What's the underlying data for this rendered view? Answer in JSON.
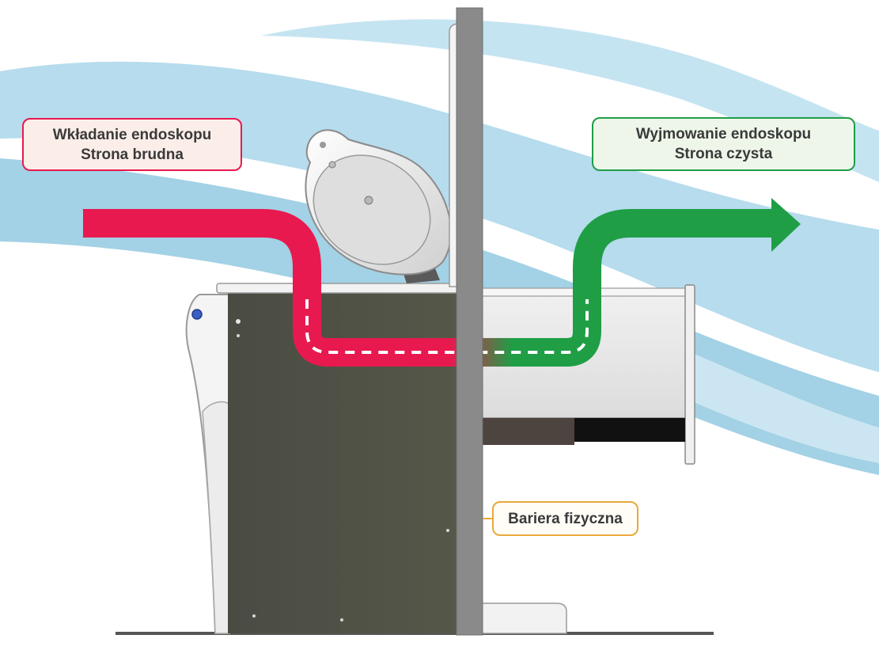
{
  "labels": {
    "dirty_side": {
      "line1": "Wkładanie endoskopu",
      "line2": "Strona brudna",
      "color": "#e8194f"
    },
    "clean_side": {
      "line1": "Wyjmowanie endoskopu",
      "line2": "Strona czysta",
      "color": "#1f9e46"
    },
    "barrier": {
      "text": "Bariera fizyczna",
      "color": "#e9a93a"
    }
  },
  "colors": {
    "wave": "#9fcfe4",
    "machine_body": "#4d4f46",
    "barrier_wall": "#8a8a8a",
    "drawer": "#e6e6e6"
  }
}
